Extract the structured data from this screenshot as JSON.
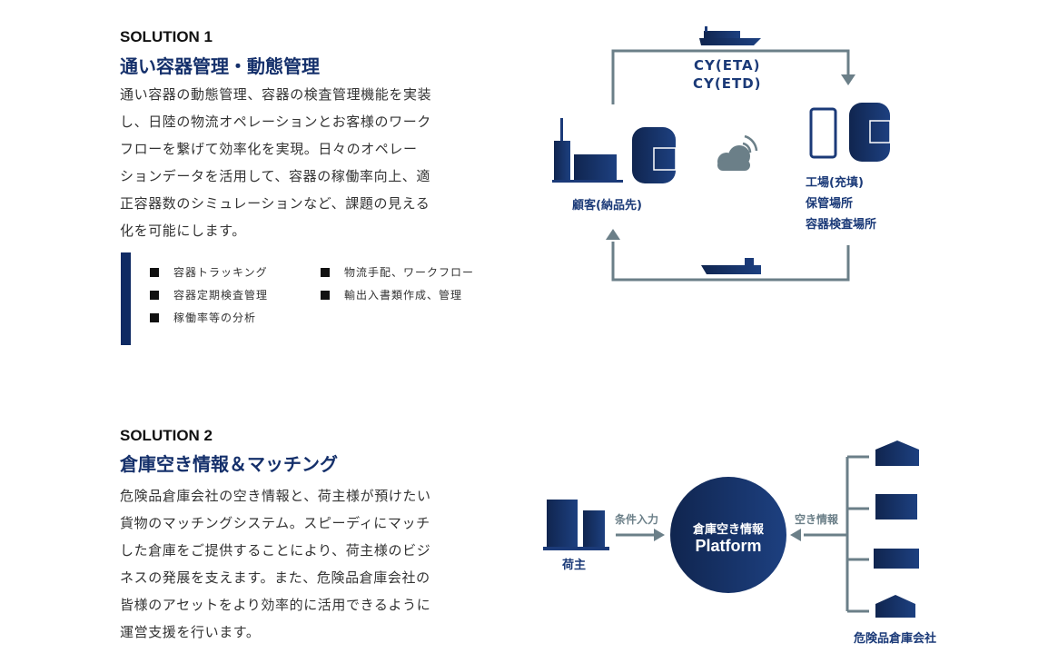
{
  "solution1": {
    "label": "SOLUTION 1",
    "title": "通い容器管理・動態管理",
    "paragraph": [
      "通い容器の動態管理、容器の検査管理機能を実装",
      "し、日陸の物流オペレーションとお客様のワーク",
      "フローを繋げて効率化を実現。日々のオペレー",
      "ションデータを活用して、容器の稼働率向上、適",
      "正容器数のシミュレーションなど、課題の見える",
      "化を可能にします。"
    ],
    "bullets": [
      "容器トラッキング",
      "容器定期検査管理",
      "稼働率等の分析",
      "物流手配、ワークフロー",
      "輸出入書類作成、管理"
    ],
    "diagram": {
      "route_label": [
        "CY(ETA)",
        "CY(ETD)"
      ],
      "customer": "顧客(納品先)",
      "factory": [
        "工場(充填)",
        "保管場所",
        "容器検査場所"
      ]
    }
  },
  "solution2": {
    "label": "SOLUTION 2",
    "title": "倉庫空き情報＆マッチング",
    "paragraph": [
      "危険品倉庫会社の空き情報と、荷主様が預けたい",
      "貨物のマッチングシステム。スピーディにマッチ",
      "した倉庫をご提供することにより、荷主様のビジ",
      "ネスの発展を支えます。また、危険品倉庫会社の",
      "皆様のアセットをより効率的に活用できるように",
      "運営支援を行います。"
    ],
    "diagram": {
      "shipper": "荷主",
      "input_label": "条件入力",
      "platform": [
        "倉庫空き情報",
        "Platform"
      ],
      "vacancy_label": "空き情報",
      "warehouse_company": "危険品倉庫会社"
    }
  },
  "colors": {
    "navy": "#15306b",
    "gray": "#6b7f88"
  }
}
